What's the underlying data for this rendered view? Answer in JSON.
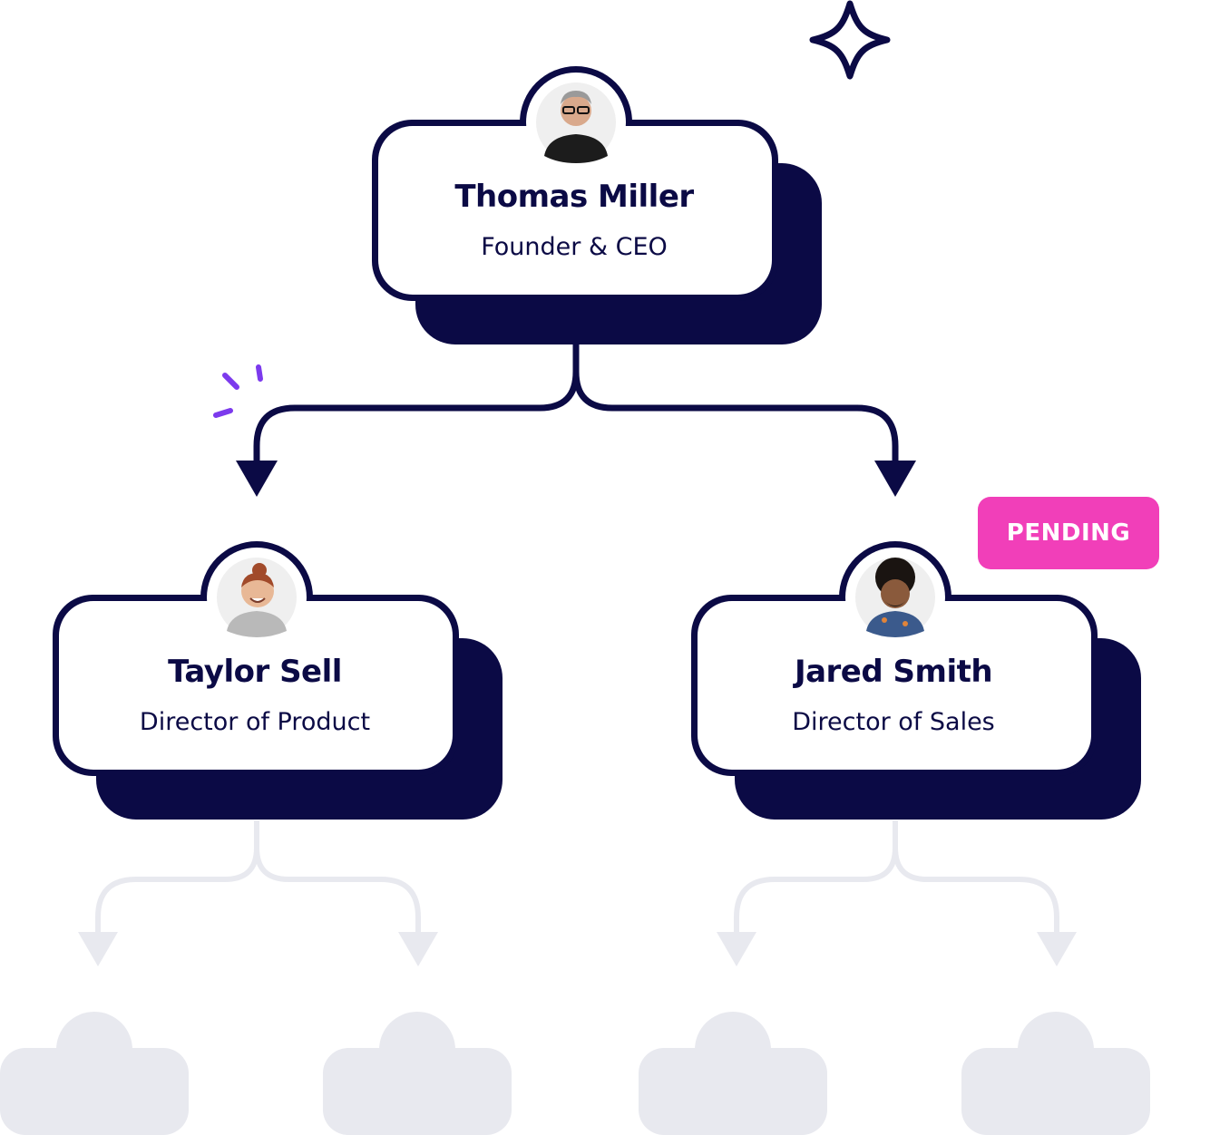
{
  "org_chart": {
    "root": {
      "name": "Thomas Miller",
      "role": "Founder & CEO"
    },
    "children": [
      {
        "name": "Taylor Sell",
        "role": "Director of Product",
        "status": ""
      },
      {
        "name": "Jared Smith",
        "role": "Director of Sales",
        "status": "PENDING"
      }
    ],
    "placeholder_nodes": 4
  },
  "colors": {
    "navy": "#0b0a45",
    "pending": "#f13fb9",
    "accent": "#7c3aed",
    "placeholder": "#e8e9ef"
  },
  "icons": [
    "sparkle-star-icon",
    "spark-lines-icon",
    "avatar-thomas",
    "avatar-taylor",
    "avatar-jared"
  ]
}
